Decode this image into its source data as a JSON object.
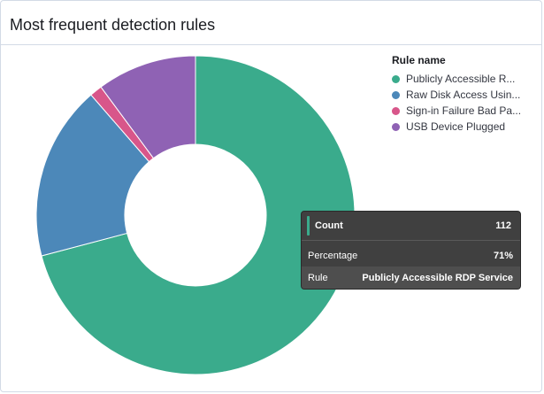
{
  "panel": {
    "title": "Most frequent detection rules"
  },
  "colors": {
    "series": [
      "#3aab8c",
      "#4c88b9",
      "#d8568a",
      "#8f62b4"
    ]
  },
  "chart_data": {
    "type": "pie",
    "title": "Most frequent detection rules",
    "legend_title": "Rule name",
    "legend_position": "top-right",
    "categories": [
      "Publicly Accessible R...",
      "Raw Disk Access Usin...",
      "Sign-in Failure Bad Pa...",
      "USB Device Plugged"
    ],
    "values": [
      112,
      28,
      2,
      16
    ]
  },
  "tooltip": {
    "count_label": "Count",
    "count_value": "112",
    "percentage_label": "Percentage",
    "percentage_value": "71%",
    "rule_label": "Rule",
    "rule_value": "Publicly Accessible RDP Service"
  }
}
